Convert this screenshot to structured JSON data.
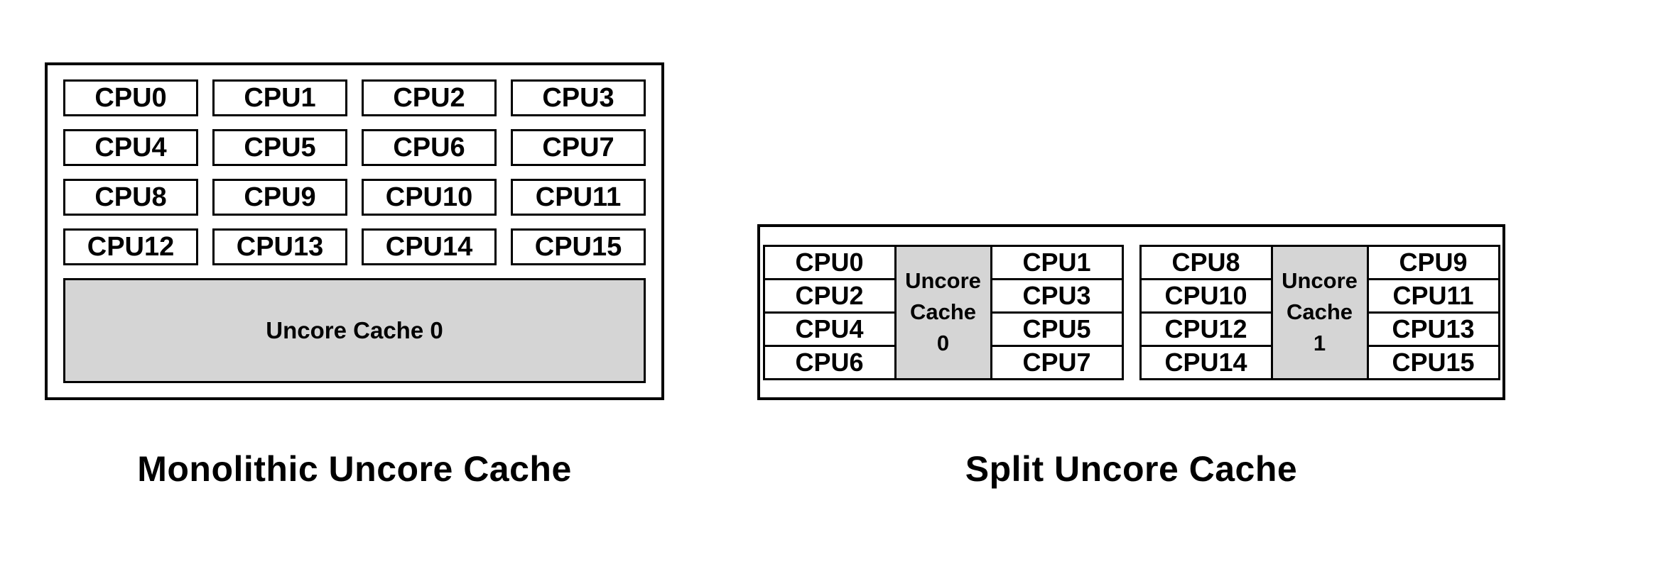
{
  "colors": {
    "background": "#ffffff",
    "border": "#000000",
    "uncore_fill": "#d5d5d5",
    "text": "#000000"
  },
  "monolithic": {
    "caption": "Monolithic Uncore Cache",
    "uncore_label": "Uncore Cache 0",
    "cpus": [
      "CPU0",
      "CPU1",
      "CPU2",
      "CPU3",
      "CPU4",
      "CPU5",
      "CPU6",
      "CPU7",
      "CPU8",
      "CPU9",
      "CPU10",
      "CPU11",
      "CPU12",
      "CPU13",
      "CPU14",
      "CPU15"
    ]
  },
  "split": {
    "caption": "Split Uncore Cache",
    "groups": [
      {
        "left_cpus": [
          "CPU0",
          "CPU2",
          "CPU4",
          "CPU6"
        ],
        "uncore_lines": [
          "Uncore",
          "Cache",
          "0"
        ],
        "right_cpus": [
          "CPU1",
          "CPU3",
          "CPU5",
          "CPU7"
        ]
      },
      {
        "left_cpus": [
          "CPU8",
          "CPU10",
          "CPU12",
          "CPU14"
        ],
        "uncore_lines": [
          "Uncore",
          "Cache",
          "1"
        ],
        "right_cpus": [
          "CPU9",
          "CPU11",
          "CPU13",
          "CPU15"
        ]
      }
    ]
  }
}
